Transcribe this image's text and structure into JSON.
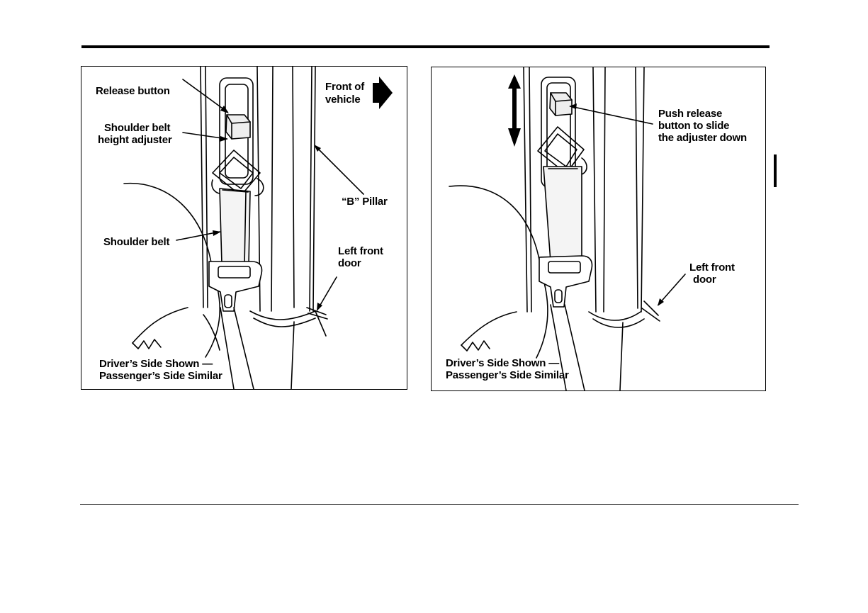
{
  "figure_left": {
    "labels": {
      "release_button": "Release button",
      "height_adjuster_line1": "Shoulder belt",
      "height_adjuster_line2": "height adjuster",
      "shoulder_belt": "Shoulder belt",
      "front_line1": "Front of",
      "front_line2": "vehicle",
      "b_pillar": "“B” Pillar",
      "door_line1": "Left front",
      "door_line2": "door",
      "caption_line1": "Driver’s Side Shown —",
      "caption_line2": "Passenger’s Side Similar"
    }
  },
  "figure_right": {
    "labels": {
      "push_line1": "Push release",
      "push_line2": "button to slide",
      "push_line3": "the adjuster down",
      "door_line1": "Left front",
      "door_line2": "door",
      "caption_line1": "Driver’s Side Shown —",
      "caption_line2": "Passenger’s Side Similar"
    }
  },
  "icons": {
    "front_arrow": "right-arrow-icon",
    "adjust_arrow": "up-down-arrow-icon"
  },
  "colors": {
    "ink": "#000000",
    "paper": "#ffffff"
  }
}
